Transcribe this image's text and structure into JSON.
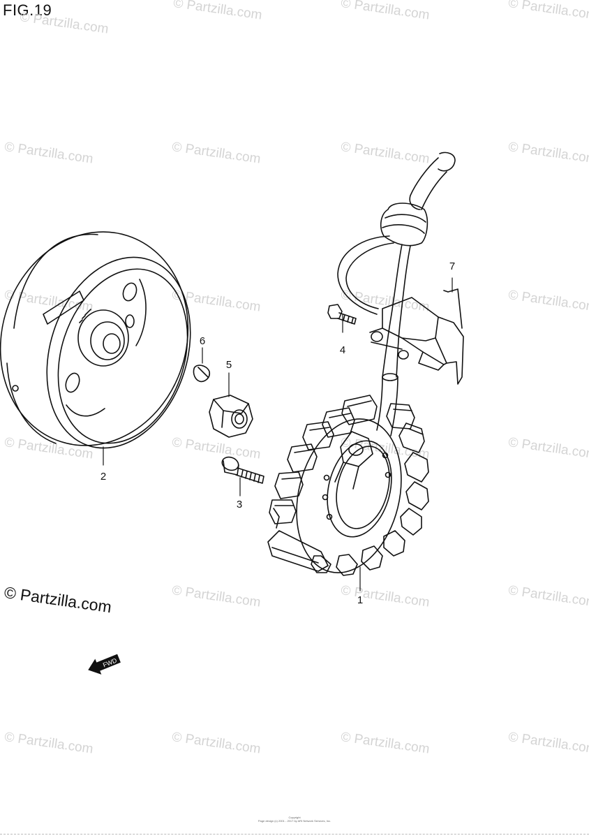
{
  "figure": {
    "title": "FIG.19"
  },
  "watermark": {
    "text": "© Partzilla.com"
  },
  "brand": {
    "text": "© Partzilla.com"
  },
  "direction": {
    "label": "FWD"
  },
  "parts": [
    {
      "number": "1",
      "name": "stator"
    },
    {
      "number": "2",
      "name": "flywheel-rotor"
    },
    {
      "number": "3",
      "name": "bolt"
    },
    {
      "number": "4",
      "name": "small-bolt"
    },
    {
      "number": "5",
      "name": "nut"
    },
    {
      "number": "6",
      "name": "woodruff-key"
    },
    {
      "number": "7",
      "name": "wire-clamp"
    }
  ],
  "footer": {
    "line1": "Copyright",
    "line2": "Page design (c) 2001 - 2017 by ARI Network Services, Inc."
  }
}
